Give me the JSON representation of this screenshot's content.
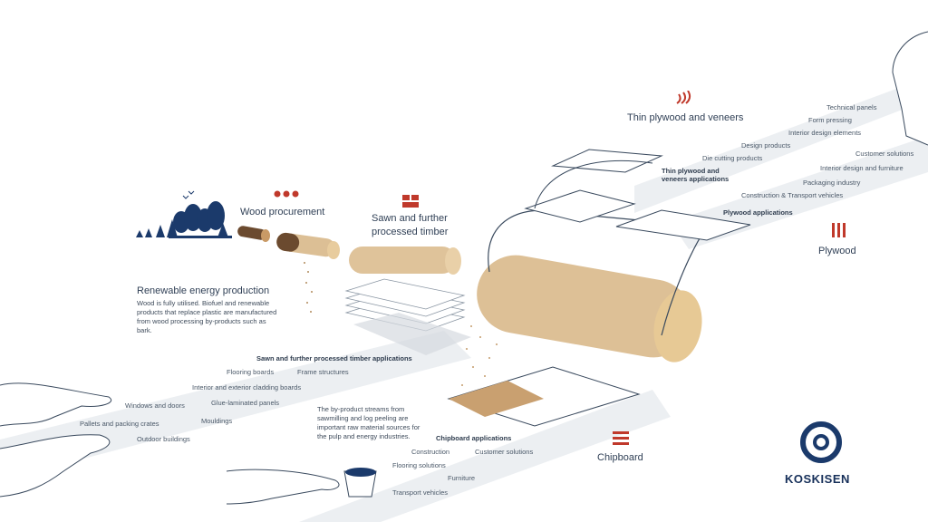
{
  "titles": {
    "thin_plywood": "Thin plywood and veneers",
    "wood_procurement": "Wood procurement",
    "sawn_timber": "Sawn and further processed timber",
    "renewable": "Renewable energy production",
    "plywood": "Plywood",
    "chipboard": "Chipboard"
  },
  "renewable_text": "Wood is fully utilised. Biofuel and renewable products that replace plastic are manufactured from wood processing by-products such as bark.",
  "byproduct_text": "The by-product streams from sawmilling and log peeling are important raw material sources for the pulp and energy industries.",
  "thin_plywood_apps": {
    "heading": "Thin plywood and veneers applications",
    "items": [
      "Technical panels",
      "Form pressing",
      "Interior design elements",
      "Design products",
      "Die cutting products"
    ]
  },
  "plywood_apps": {
    "heading": "Plywood applications",
    "items": [
      "Customer solutions",
      "Interior design and furniture",
      "Packaging industry",
      "Construction & Transport vehicles"
    ]
  },
  "sawn_apps": {
    "heading": "Sawn and further processed timber applications",
    "items": [
      "Flooring boards",
      "Frame structures",
      "Interior and exterior cladding boards",
      "Glue-laminated panels",
      "Mouldings",
      "Windows and doors",
      "Pallets and packing crates",
      "Outdoor buildings"
    ]
  },
  "chipboard_apps": {
    "heading": "Chipboard applications",
    "items": [
      "Construction",
      "Customer solutions",
      "Flooring solutions",
      "Furniture",
      "Transport vehicles"
    ]
  },
  "logo": {
    "name": "KOSKISEN"
  },
  "colors": {
    "accent": "#c0392b",
    "navy": "#1b3a6b",
    "band": "#e9ecef",
    "wood": "#d9b88f"
  }
}
